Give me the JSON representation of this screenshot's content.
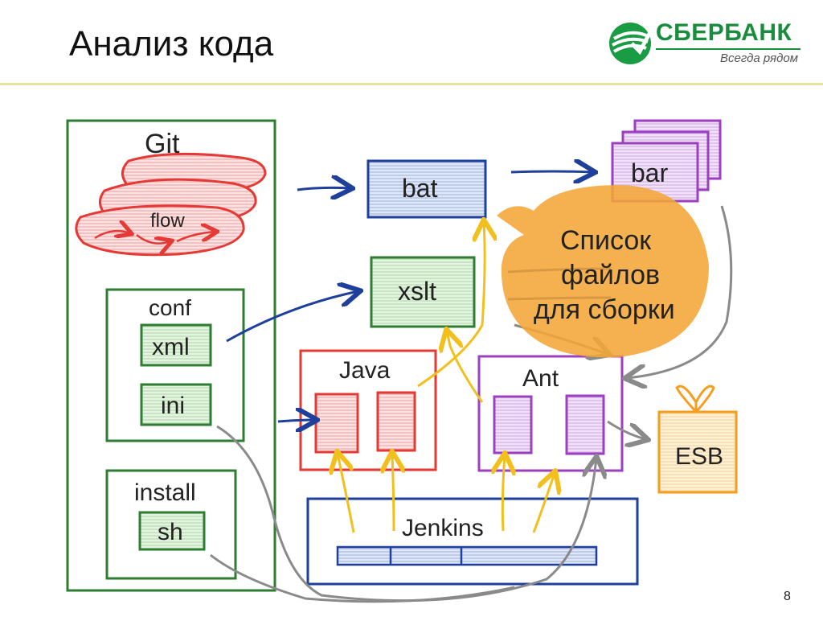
{
  "slide": {
    "title": "Анализ кода",
    "page_number": "8"
  },
  "logo": {
    "name": "СБЕРБАНК",
    "tagline": "Всегда рядом"
  },
  "diagram": {
    "git_label": "Git",
    "flow_label": "flow",
    "conf_label": "conf",
    "xml_label": "xml",
    "ini_label": "ini",
    "install_label": "install",
    "sh_label": "sh",
    "bat_label": "bat",
    "xslt_label": "xslt",
    "bar_label": "bar",
    "java_label": "Java",
    "ant_label": "Ant",
    "jenkins_label": "Jenkins",
    "esb_label": "ESB",
    "callout_line1": "Список",
    "callout_line2": "файлов",
    "callout_line3": "для сборки"
  },
  "colors": {
    "green": "#2e7d32",
    "red": "#e53935",
    "blue": "#1e3f9c",
    "purple": "#9c3fc0",
    "orange": "#f59d1f",
    "yellow": "#f2c01e",
    "gray": "#8a8a8a",
    "callout": "#f4a637"
  }
}
